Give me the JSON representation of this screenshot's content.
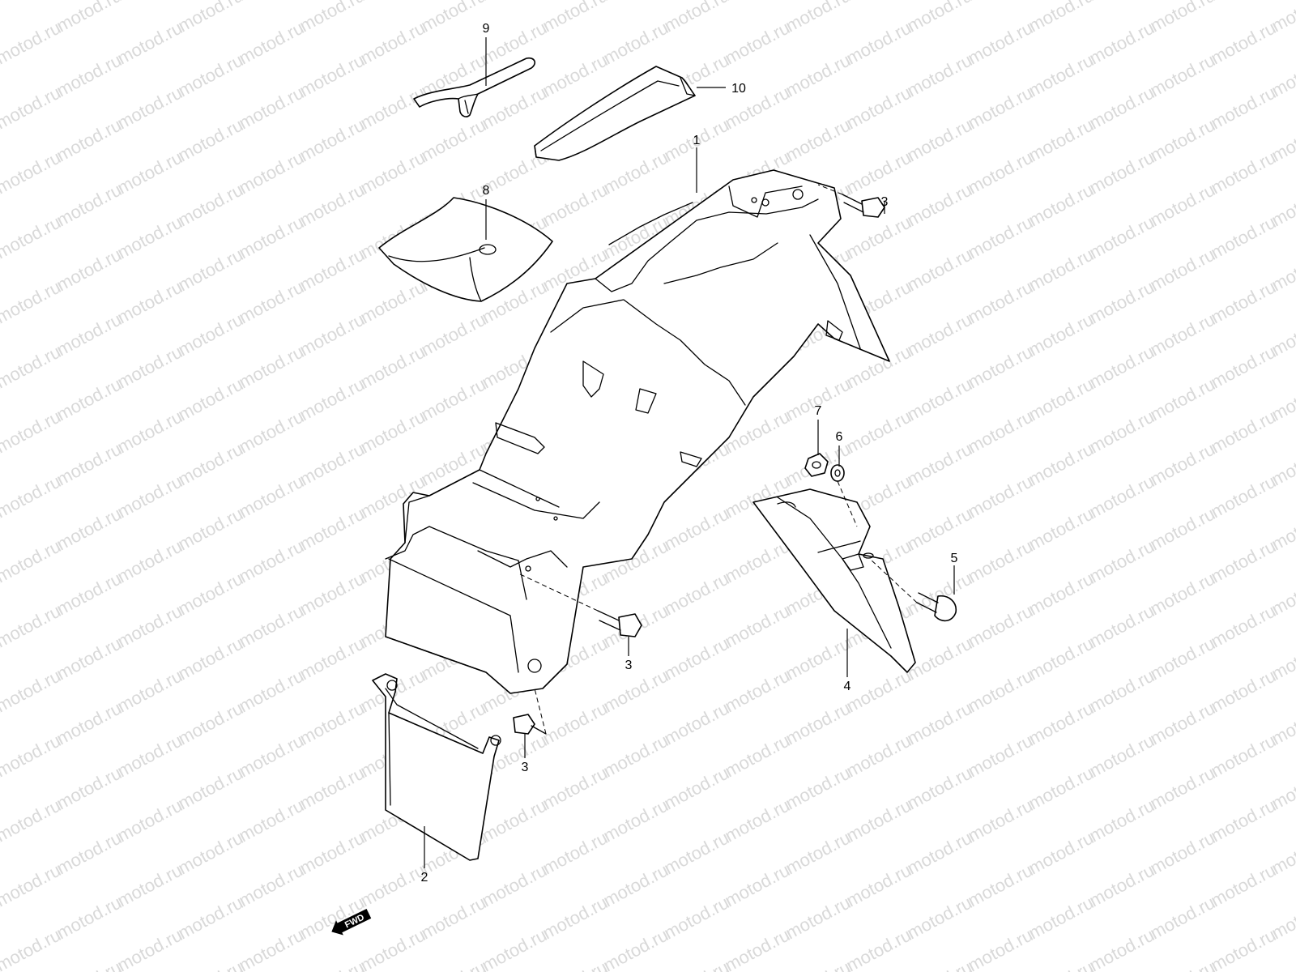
{
  "watermark": {
    "text": "motod.ru"
  },
  "callouts": [
    {
      "id": "9",
      "label": "9"
    },
    {
      "id": "10",
      "label": "10"
    },
    {
      "id": "1",
      "label": "1"
    },
    {
      "id": "8",
      "label": "8"
    },
    {
      "id": "3a",
      "label": "3"
    },
    {
      "id": "7",
      "label": "7"
    },
    {
      "id": "6",
      "label": "6"
    },
    {
      "id": "5",
      "label": "5"
    },
    {
      "id": "3b",
      "label": "3"
    },
    {
      "id": "4",
      "label": "4"
    },
    {
      "id": "3c",
      "label": "3"
    },
    {
      "id": "2",
      "label": "2"
    }
  ],
  "direction_badge": {
    "label": "FWD",
    "icon": "arrow-left-icon"
  },
  "colors": {
    "ink": "#000000",
    "watermark": "#d9d9d9",
    "background": "#ffffff"
  }
}
